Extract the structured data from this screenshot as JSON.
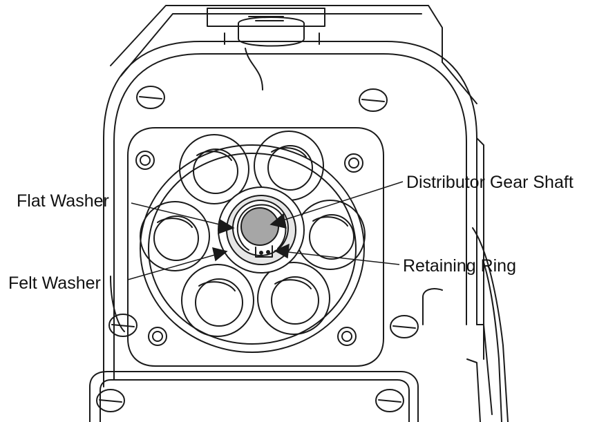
{
  "callouts": {
    "flat_washer": "Flat Washer",
    "felt_washer": "Felt Washer",
    "distributor_gear_shaft": "Distributor Gear Shaft",
    "retaining_ring": "Retaining Ring"
  },
  "colors": {
    "line": "#1a1a1a",
    "shaft_fill": "#a6a6a6",
    "felt_shade": "#e6e6e6",
    "background": "#ffffff"
  }
}
